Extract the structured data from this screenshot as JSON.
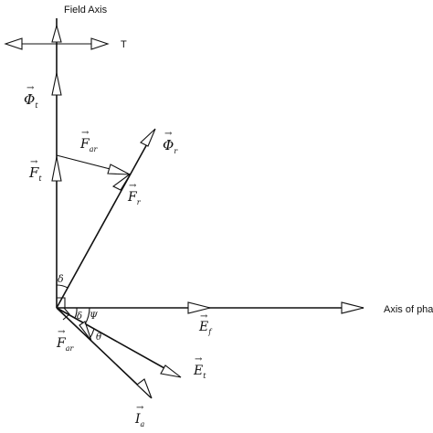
{
  "labels": {
    "field_axis": "Field Axis",
    "axis_of_phase": "Axis of pha",
    "torque": "T",
    "phi_t": {
      "main": "Φ",
      "sub": "t"
    },
    "f_t": {
      "main": "F",
      "sub": "t"
    },
    "f_ar_top": {
      "main": "F",
      "sub": "ar"
    },
    "phi_r": {
      "main": "Φ",
      "sub": "r"
    },
    "f_r": {
      "main": "F",
      "sub": "r"
    },
    "delta_upper": "δ",
    "delta_lower": "δ",
    "psi": "Ψ",
    "theta": "θ",
    "e_f": {
      "main": "E",
      "sub": "f"
    },
    "e_t": {
      "main": "E",
      "sub": "t"
    },
    "f_ar_bottom": {
      "main": "F",
      "sub": "ar"
    },
    "i_a": {
      "main": "I",
      "sub": "a"
    }
  },
  "colors": {
    "ink": "#111111",
    "background": "#ffffff"
  }
}
